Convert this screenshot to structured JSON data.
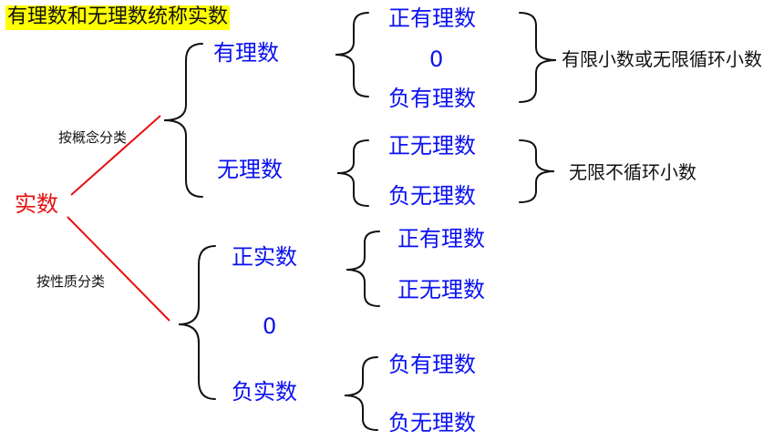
{
  "title": "有理数和无理数统称实数",
  "root": "实数",
  "by_concept": {
    "label": "按概念分类",
    "rational": {
      "label": "有理数",
      "items": [
        "正有理数",
        "0",
        "负有理数"
      ],
      "note": "有限小数或无限循环小数"
    },
    "irrational": {
      "label": "无理数",
      "items": [
        "正无理数",
        "负无理数"
      ],
      "note": "无限不循环小数"
    }
  },
  "by_sign": {
    "label": "按性质分类",
    "positive": {
      "label": "正实数",
      "items": [
        "正有理数",
        "正无理数"
      ]
    },
    "zero": "0",
    "negative": {
      "label": "负实数",
      "items": [
        "负有理数",
        "负无理数"
      ]
    }
  },
  "colors": {
    "blue": "#0a10f0",
    "red": "#e81010",
    "highlight": "#ffff00"
  }
}
